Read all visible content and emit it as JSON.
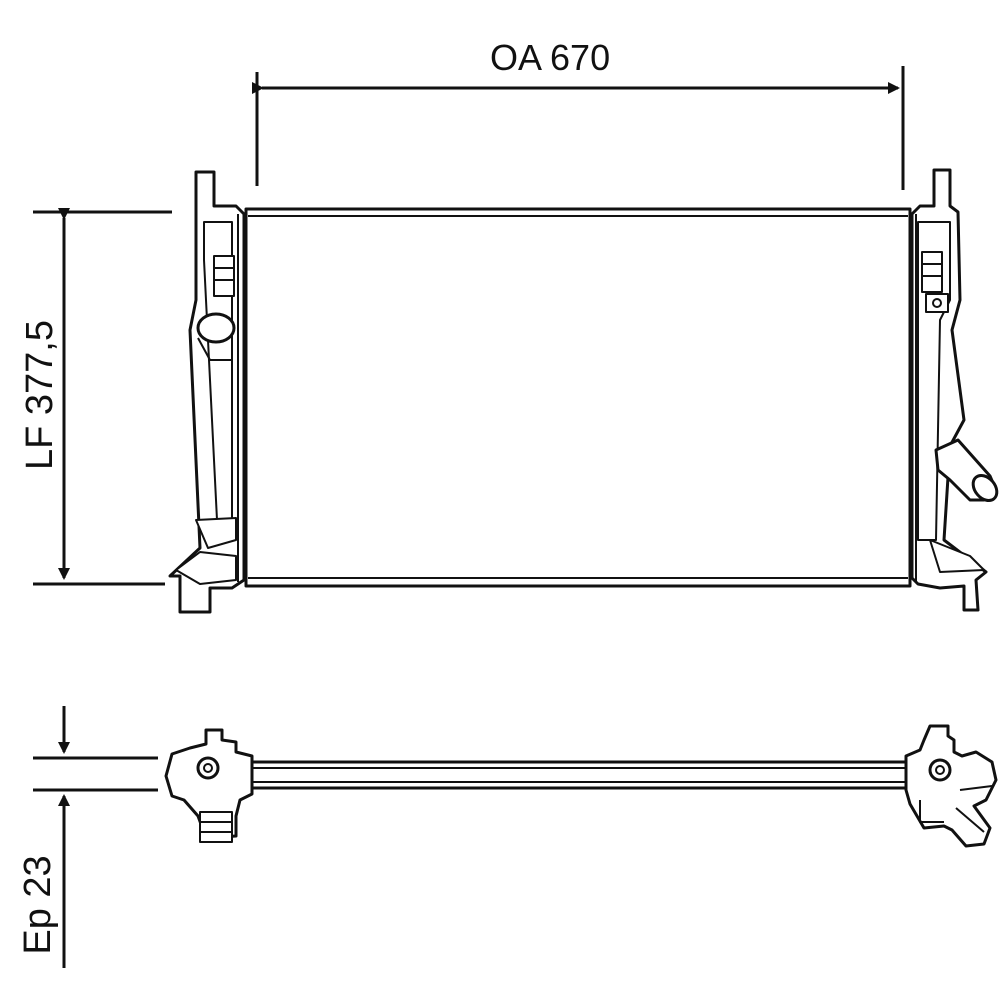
{
  "dimensions": {
    "overall_width": {
      "label": "OA 670"
    },
    "core_height": {
      "label": "LF 377,5"
    },
    "core_thickness": {
      "label": "Ep 23"
    }
  },
  "colors": {
    "line": "#111111",
    "background": "#ffffff"
  }
}
